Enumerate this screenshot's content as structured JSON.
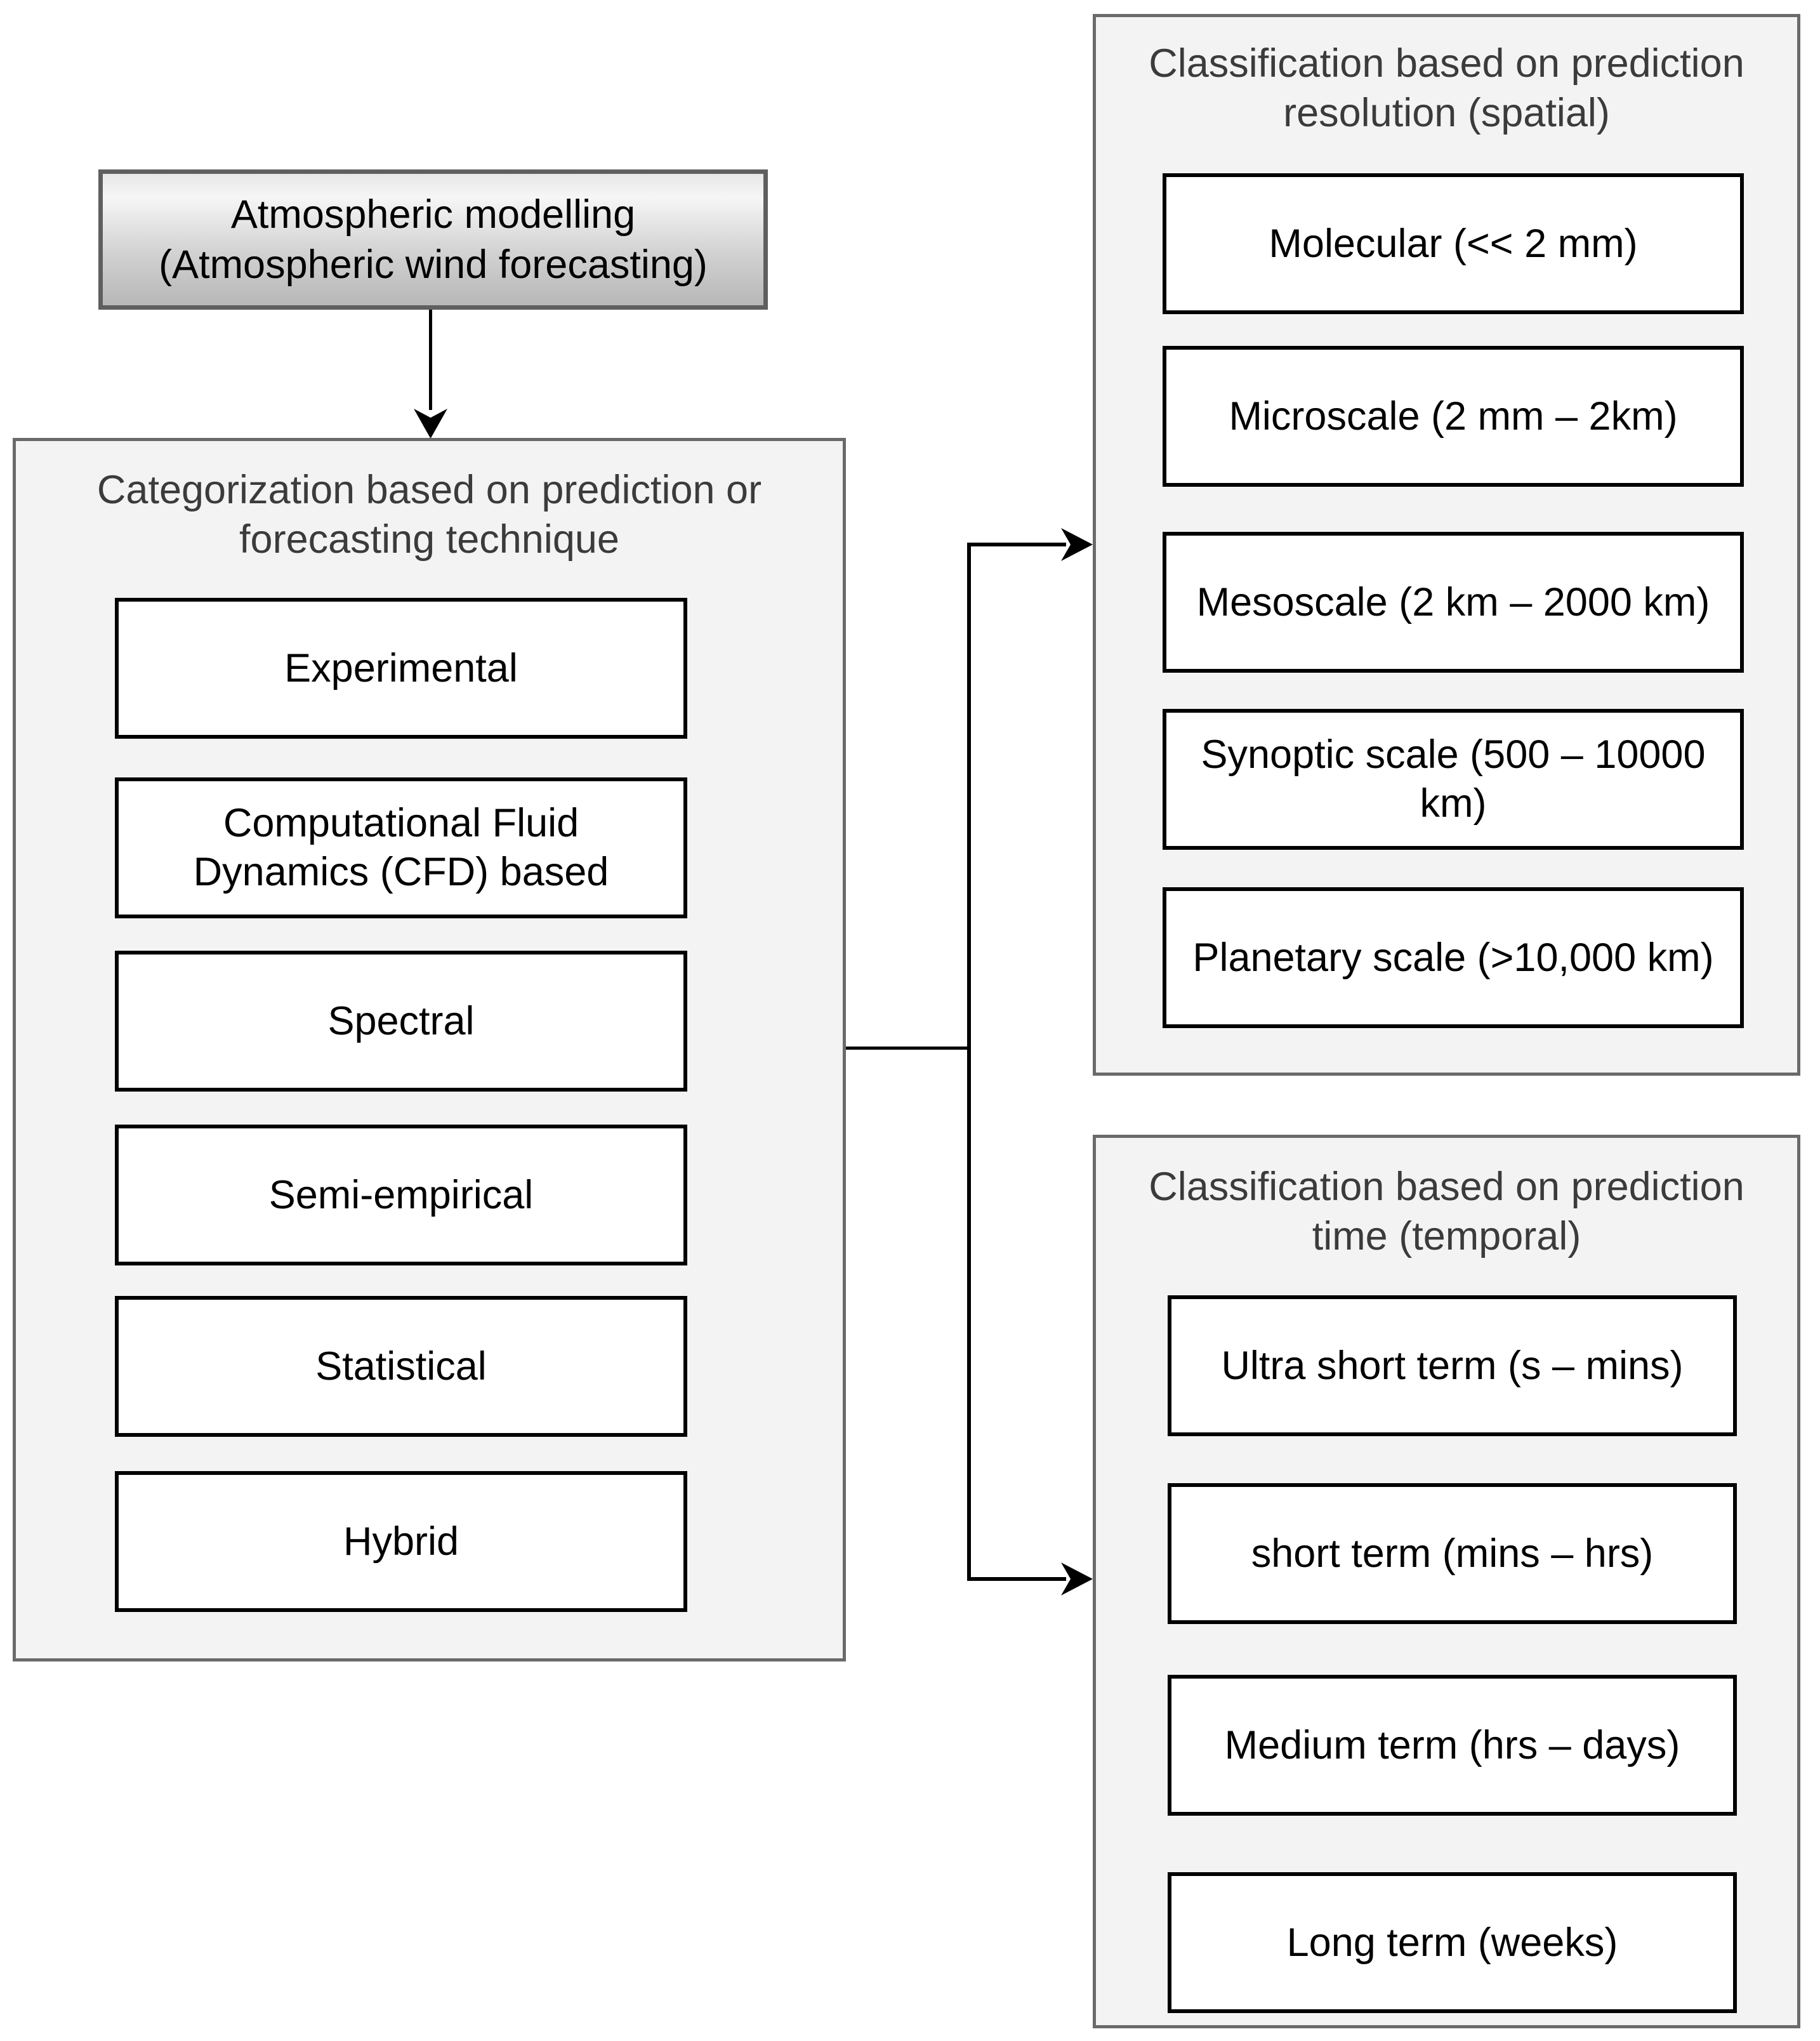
{
  "diagram": {
    "root": {
      "line1": "Atmospheric modelling",
      "line2": "(Atmospheric wind forecasting)"
    },
    "technique_panel": {
      "title": "Categorization based on prediction or forecasting technique",
      "boxes": [
        "Experimental",
        "Computational Fluid Dynamics (CFD) based",
        "Spectral",
        "Semi-empirical",
        "Statistical",
        "Hybrid"
      ]
    },
    "spatial_panel": {
      "title": "Classification based on prediction resolution (spatial)",
      "boxes": [
        "Molecular (<< 2 mm)",
        "Microscale (2 mm – 2km)",
        "Mesoscale (2 km – 2000 km)",
        "Synoptic scale (500 – 10000 km)",
        "Planetary scale (>10,000 km)"
      ]
    },
    "temporal_panel": {
      "title": "Classification based on prediction time (temporal)",
      "boxes": [
        "Ultra short term (s – mins)",
        "short term (mins – hrs)",
        "Medium term (hrs – days)",
        "Long term (weeks)"
      ]
    },
    "colors": {
      "panel_bg": "#f3f3f3",
      "panel_border": "#6a6a6a",
      "box_border": "#000000",
      "root_border": "#5f5f5f",
      "title_text": "#3b3b3b",
      "connector": "#000000"
    }
  }
}
